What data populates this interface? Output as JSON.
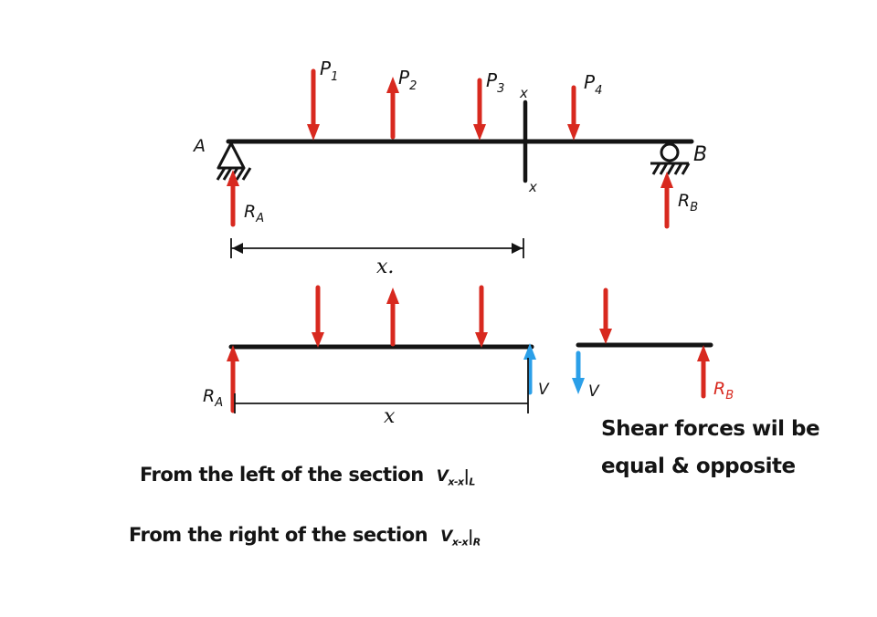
{
  "colors": {
    "red": "#d8291f",
    "blue": "#2b9fe8",
    "ink": "#141414"
  },
  "beam": {
    "label_a": "A",
    "label_b": "B",
    "loads": [
      {
        "name": "P",
        "sub": "1"
      },
      {
        "name": "P",
        "sub": "2"
      },
      {
        "name": "P",
        "sub": "3"
      },
      {
        "name": "P",
        "sub": "4"
      }
    ],
    "reaction_a": {
      "name": "R",
      "sub": "A"
    },
    "reaction_b": {
      "name": "R",
      "sub": "B"
    },
    "section_top": "x",
    "section_bottom": "x",
    "dim_label": "x."
  },
  "fbd_left": {
    "reaction": {
      "name": "R",
      "sub": "A"
    },
    "shear": "V",
    "dim_label": "x"
  },
  "fbd_right": {
    "shear": "V",
    "reaction": {
      "name": "R",
      "sub": "B"
    },
    "note_line1": "Shear forces wil be",
    "note_line2": "equal & opposite"
  },
  "captions": {
    "left": {
      "text": "From the left of the section",
      "v": "V",
      "sub": "x-x",
      "bar": "|",
      "side": "L"
    },
    "right": {
      "text": "From the right of the section",
      "v": "V",
      "sub": "x-x",
      "bar": "|",
      "side": "R"
    }
  }
}
